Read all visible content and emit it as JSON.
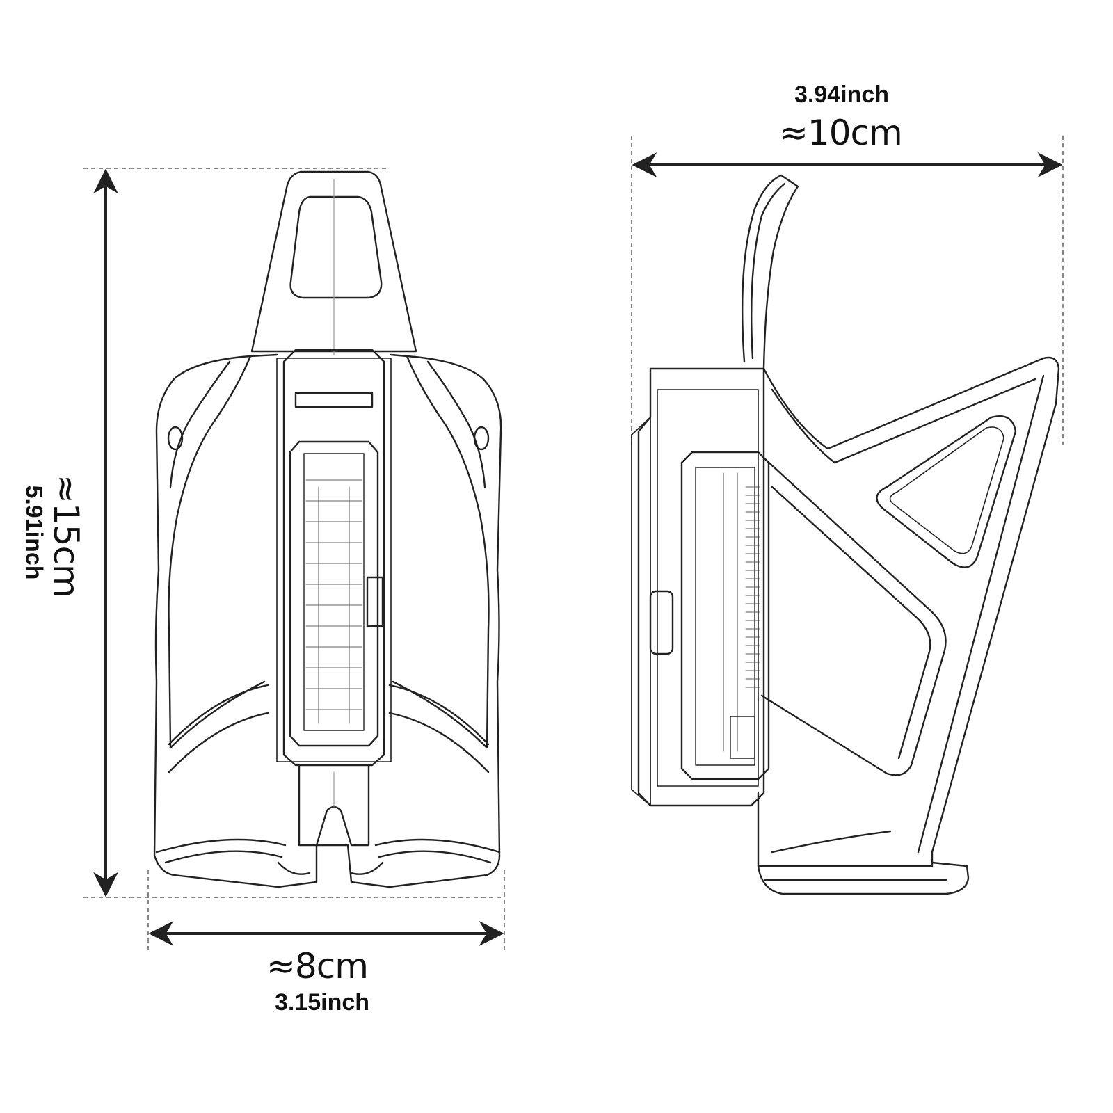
{
  "dimensions": {
    "height": {
      "metric": "≈15cm",
      "imperial": "5.91inch"
    },
    "front_width": {
      "metric": "≈8cm",
      "imperial": "3.15inch"
    },
    "side_width": {
      "metric": "≈10cm",
      "imperial": "3.94inch"
    }
  },
  "colors": {
    "line": "#222222",
    "guide": "#888888",
    "background": "#ffffff"
  }
}
